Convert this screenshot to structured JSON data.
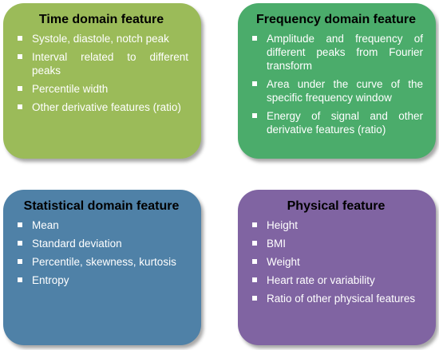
{
  "boxes": [
    {
      "title": "Time domain feature",
      "color": "#9bbb59",
      "items": [
        "Systole, diastole, notch peak",
        "Interval related to different peaks",
        "Percentile width",
        "Other derivative features (ratio)"
      ]
    },
    {
      "title": "Frequency domain feature",
      "color": "#4bac6b",
      "items": [
        "Amplitude and frequency of different peaks from Fourier transform",
        "Area under the curve of the specific frequency window",
        "Energy  of signal and other derivative features (ratio)"
      ]
    },
    {
      "title": "Statistical domain feature",
      "color": "#4f81a7",
      "items": [
        "Mean",
        "Standard deviation",
        "Percentile, skewness, kurtosis",
        "Entropy"
      ]
    },
    {
      "title": "Physical feature",
      "color": "#8064a2",
      "items": [
        "Height",
        "BMI",
        "Weight",
        "Heart rate or variability",
        "Ratio of other physical features"
      ]
    }
  ]
}
